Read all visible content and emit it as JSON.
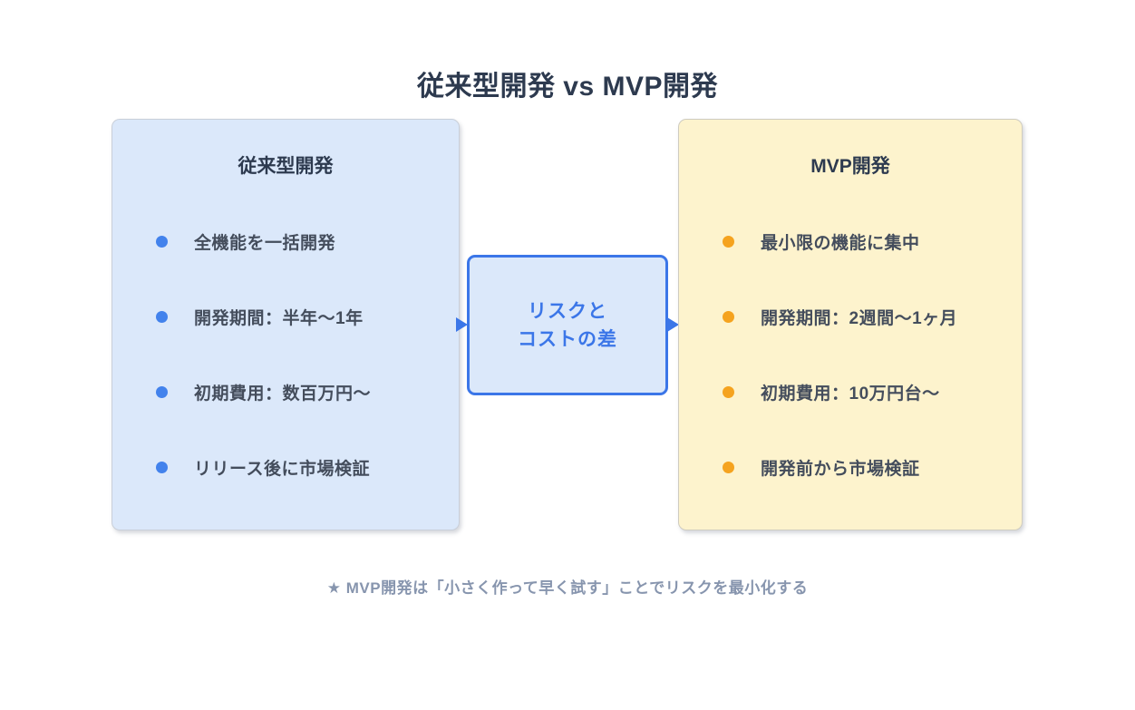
{
  "title": "従来型開発 vs MVP開発",
  "left_panel": {
    "heading": "従来型開発",
    "bullet_color": "#4282ec",
    "items": [
      "全機能を一括開発",
      "開発期間：半年〜1年",
      "初期費用：数百万円〜",
      "リリース後に市場検証"
    ]
  },
  "center_box": {
    "line1": "リスクと",
    "line2": "コストの差",
    "border_color": "#3b76e8",
    "text_color": "#3b76e8"
  },
  "right_panel": {
    "heading": "MVP開発",
    "bullet_color": "#f5a31f",
    "items": [
      "最小限の機能に集中",
      "開発期間：2週間〜1ヶ月",
      "初期費用：10万円台〜",
      "開発前から市場検証"
    ]
  },
  "footer_note": "★ MVP開発は「小さく作って早く試す」ことでリスクを最小化する",
  "colors": {
    "left_panel_bg": "#dbe8fa",
    "right_panel_bg": "#fdf3cd",
    "heading_text": "#2d3a4f",
    "body_text": "#444d5c",
    "footer_text": "#8795ae",
    "arrow": "#3b76e8"
  }
}
